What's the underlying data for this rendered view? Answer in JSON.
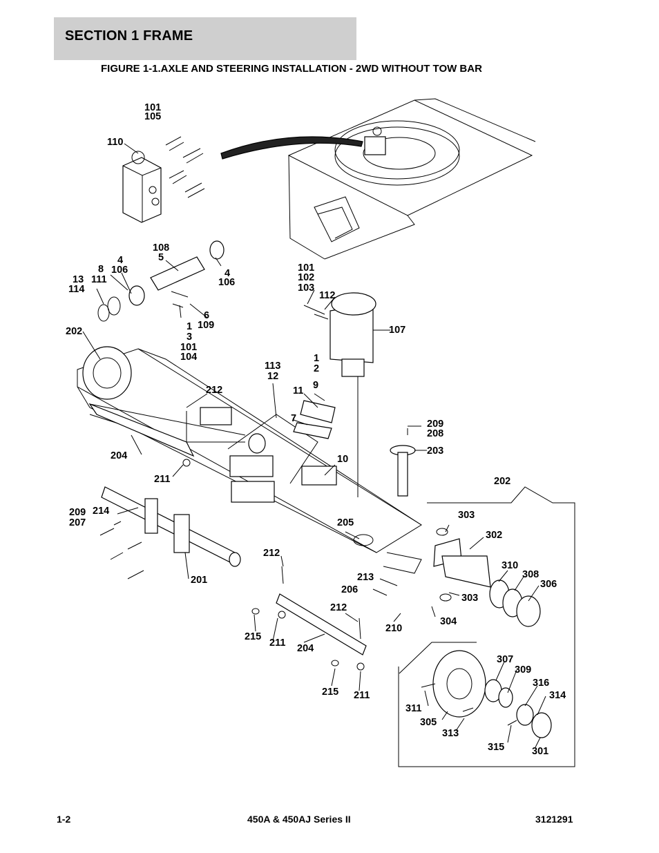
{
  "header": {
    "section": "SECTION 1  FRAME",
    "figure_title": "FIGURE 1-1.AXLE AND STEERING INSTALLATION - 2WD WITHOUT TOW BAR"
  },
  "callouts": {
    "c1": "101",
    "c2": "105",
    "c3": "110",
    "c4": "108",
    "c5": "5",
    "c6": "4",
    "c7": "106",
    "c8": "8",
    "c9": "111",
    "c10": "13",
    "c11": "114",
    "c12": "4",
    "c13": "106",
    "c14": "6",
    "c15": "109",
    "c16": "1",
    "c17": "3",
    "c18": "101",
    "c19": "104",
    "c20": "101",
    "c21": "102",
    "c22": "103",
    "c23": "112",
    "c24": "107",
    "c25": "202",
    "c26": "113",
    "c27": "12",
    "c28": "1",
    "c29": "2",
    "c30": "9",
    "c31": "11",
    "c32": "7",
    "c33": "212",
    "c34": "209",
    "c35": "208",
    "c36": "203",
    "c37": "204",
    "c38": "10",
    "c39": "211",
    "c40": "202",
    "c41": "209",
    "c42": "207",
    "c43": "214",
    "c44": "303",
    "c45": "302",
    "c46": "205",
    "c47": "212",
    "c48": "201",
    "c49": "213",
    "c50": "206",
    "c51": "310",
    "c52": "308",
    "c53": "306",
    "c54": "303",
    "c55": "304",
    "c56": "212",
    "c57": "210",
    "c58": "215",
    "c59": "211",
    "c60": "204",
    "c61": "307",
    "c62": "309",
    "c63": "316",
    "c64": "314",
    "c65": "311",
    "c66": "305",
    "c67": "313",
    "c68": "215",
    "c69": "211",
    "c70": "315",
    "c71": "301"
  },
  "footer": {
    "page": "1-2",
    "model": "450A & 450AJ Series II",
    "doc_number": "3121291"
  }
}
